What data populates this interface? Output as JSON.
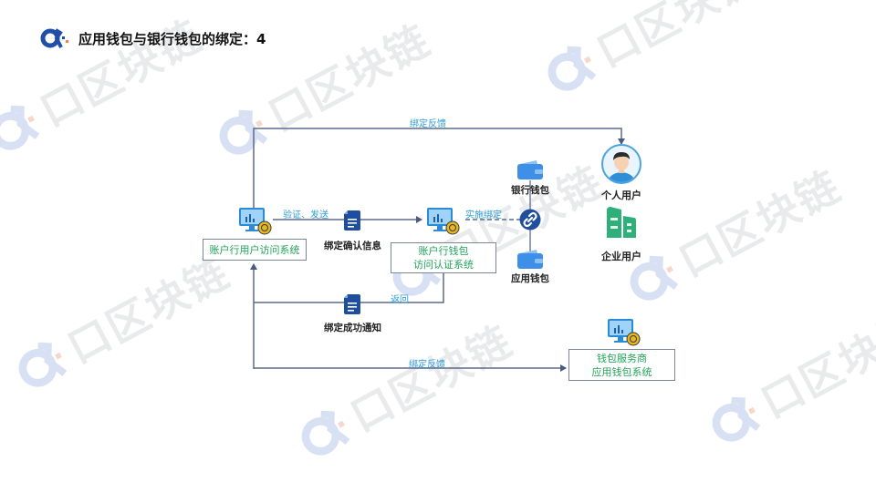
{
  "header": {
    "title": "应用钱包与银行钱包的绑定：4",
    "logo_icon": "alpha-logo-icon"
  },
  "watermark": {
    "text": "口区块链",
    "color": "#d7d9dd",
    "logo_blue": "#b9c9ec",
    "logo_orange": "#f3b8a2"
  },
  "colors": {
    "line": "#5b6b8c",
    "label_blue": "#2e9bd6",
    "box_text_green": "#21a35a",
    "doc_icon": "#1f4e9e",
    "wallet_icon": "#3d8fe8",
    "building_icon": "#2fb07a",
    "link_icon": "#1f4e9e"
  },
  "nodes": {
    "account_bank_access": {
      "label": "账户行用户访问系统",
      "icon": "computer-coin-icon"
    },
    "confirm_info": {
      "label": "绑定确认信息",
      "icon": "document-icon"
    },
    "bank_wallet_auth": {
      "line1": "账户行钱包",
      "line2": "访问认证系统",
      "icon": "computer-coin-icon"
    },
    "bank_wallet": {
      "label": "银行钱包",
      "icon": "wallet-icon"
    },
    "app_wallet": {
      "label": "应用钱包",
      "icon": "wallet-icon"
    },
    "link": {
      "icon": "chain-link-icon"
    },
    "personal_user": {
      "label": "个人用户",
      "icon": "person-avatar-icon"
    },
    "enterprise_user": {
      "label": "企业用户",
      "icon": "building-icon"
    },
    "success_notice": {
      "label": "绑定成功通知",
      "icon": "document-icon"
    },
    "wallet_provider": {
      "line1": "钱包服务商",
      "line2": "应用钱包系统",
      "icon": "computer-coin-icon"
    }
  },
  "edges": {
    "top_feedback": "绑定反馈",
    "verify_send": "验证、发送",
    "realtime_bind": "实施绑定",
    "return": "返回",
    "bottom_feedback": "绑定反馈"
  }
}
